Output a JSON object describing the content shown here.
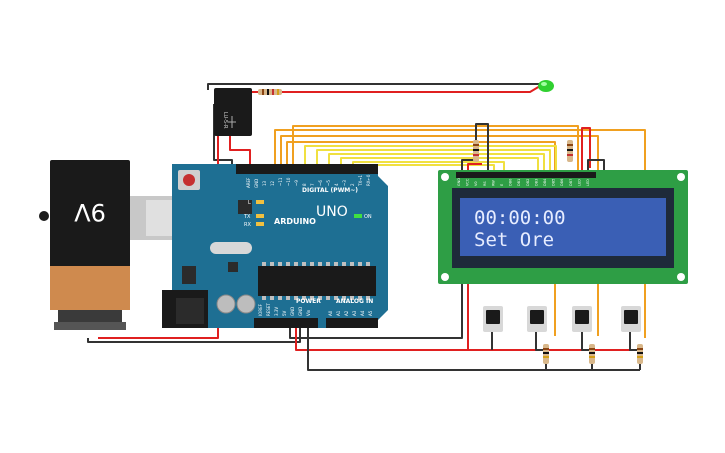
{
  "battery": {
    "label": "9V"
  },
  "arduino": {
    "brand": "ARDUINO",
    "model": "UNO",
    "digital_label": "DIGITAL (PWM~)",
    "power_label": "POWER",
    "analog_label": "ANALOG IN",
    "on_label": "ON",
    "tx_label": "TX",
    "rx_label": "RX",
    "l_label": "L",
    "aref_label": "AREF",
    "gnd_label": "GND",
    "digital_pins": [
      "13",
      "12",
      "~11",
      "~10",
      "~9",
      "8",
      "7",
      "~6",
      "~5",
      "4",
      "~3",
      "2",
      "TX→1",
      "RX←0"
    ],
    "power_pins": [
      "IOREF",
      "RESET",
      "3.3V",
      "5V",
      "GND",
      "GND",
      "Vin"
    ],
    "analog_pins": [
      "A0",
      "A1",
      "A2",
      "A3",
      "A4",
      "A5"
    ]
  },
  "relay": {
    "label": "LU-5-R"
  },
  "lcd": {
    "line1": "00:00:00",
    "line2": "Set Ore",
    "pins": [
      "GND",
      "VCC",
      "V0",
      "RS",
      "RW",
      "E",
      "DB0",
      "DB1",
      "DB2",
      "DB3",
      "DB4",
      "DB5",
      "DB6",
      "DB7",
      "LED",
      "LED"
    ],
    "backlight_color": "#3a5fb5",
    "text_color": "#e6ecff",
    "board_color": "#2e9e45"
  },
  "colors": {
    "wire_red": "#e02020",
    "wire_black": "#333333",
    "wire_orange": "#f0a020",
    "wire_yellow": "#f0e040",
    "arduino_blue": "#1e6f93",
    "battery_body": "#1a1a1a",
    "battery_label": "#cf8a4e",
    "led_green": "#30d030"
  }
}
